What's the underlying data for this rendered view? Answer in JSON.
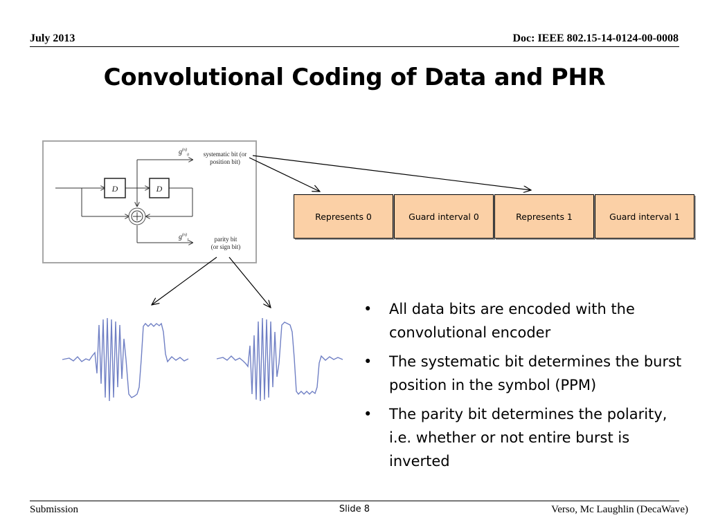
{
  "header": {
    "date": "July 2013",
    "doc_id": "Doc: IEEE 802.15-14-0124-00-0008"
  },
  "title": "Convolutional Coding of Data and PHR",
  "encoder": {
    "delay_labels": [
      "D",
      "D"
    ],
    "g0_label": "g",
    "g0_sup": "(n)",
    "g0_sub": "0",
    "g1_label": "g",
    "g1_sup": "(n)",
    "g1_sub": "1",
    "systematic_line1": "systematic bit (or",
    "systematic_line2": "position bit)",
    "parity_line1": "parity bit",
    "parity_line2": "(or sign bit)"
  },
  "symbol_cells": [
    "Represents 0",
    "Guard interval 0",
    "Represents 1",
    "Guard interval 1"
  ],
  "bullets": [
    "All data bits are encoded with the convolutional encoder",
    "The systematic bit determines the burst position in the symbol (PPM)",
    "The parity bit determines the polarity, i.e. whether or not entire burst is inverted"
  ],
  "bullet_marker": "•",
  "footer": {
    "left": "Submission",
    "center": "Slide 8",
    "right": "Verso, Mc Laughlin (DecaWave)"
  },
  "colors": {
    "cell_fill": "#fbd0a6",
    "waveform": "#6f7fc4"
  }
}
